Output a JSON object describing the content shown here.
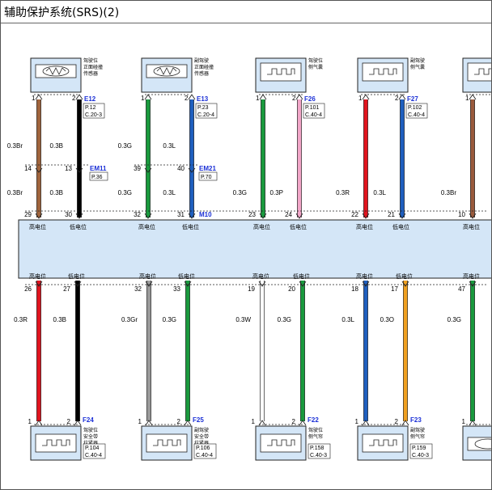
{
  "page": {
    "title": "辅助保护系统(SRS)(2)"
  },
  "module": {
    "label_high": "高电位",
    "label_low": "低电位"
  },
  "top_components": [
    {
      "name_lines": [
        "驾驶位",
        "正面碰撞",
        "传感器"
      ],
      "code": "E12",
      "ref1": "P.12",
      "ref2": "C.20-3",
      "type": "sensor"
    },
    {
      "name_lines": [
        "副驾驶",
        "正面碰撞",
        "传感器"
      ],
      "code": "E13",
      "ref1": "P.23",
      "ref2": "C.20-4",
      "type": "sensor"
    },
    {
      "name_lines": [
        "驾驶位",
        "侧气囊"
      ],
      "code": "F26",
      "ref1": "P.101",
      "ref2": "C.40-4",
      "type": "airbag"
    },
    {
      "name_lines": [
        "副驾驶",
        "侧气囊"
      ],
      "code": "F27",
      "ref1": "P.102",
      "ref2": "C.40-4",
      "type": "airbag"
    },
    {
      "name_lines": [],
      "code": "",
      "ref1": "",
      "ref2": "",
      "type": "airbag"
    }
  ],
  "top_wires": [
    {
      "pin_top": "1",
      "color": "#a0643c",
      "label_upper": "0.3Br",
      "inline_pin": "14",
      "label_lower": "0.3Br",
      "module_pin": "29",
      "module_label": "高电位"
    },
    {
      "pin_top": "2",
      "color": "#000000",
      "label_upper": "0.3B",
      "inline_pin": "13",
      "label_lower": "0.3B",
      "module_pin": "30",
      "module_label": "低电位"
    },
    {
      "pin_top": "1",
      "color": "#1a9a3e",
      "label_upper": "0.3G",
      "inline_pin": "39",
      "label_lower": "0.3G",
      "module_pin": "32",
      "module_label": "高电位"
    },
    {
      "pin_top": "2",
      "color": "#1f5fbf",
      "label_upper": "0.3L",
      "inline_pin": "40",
      "label_lower": "0.3L",
      "module_pin": "31",
      "module_label": "低电位"
    },
    {
      "pin_top": "1",
      "color": "#1a9a3e",
      "label_upper": "",
      "inline_pin": "",
      "label_lower": "0.3G",
      "module_pin": "23",
      "module_label": "高电位"
    },
    {
      "pin_top": "2",
      "color": "#f2a6c8",
      "label_upper": "",
      "inline_pin": "",
      "label_lower": "0.3P",
      "module_pin": "24",
      "module_label": "低电位"
    },
    {
      "pin_top": "1",
      "color": "#e0141e",
      "label_upper": "",
      "inline_pin": "",
      "label_lower": "0.3R",
      "module_pin": "22",
      "module_label": "高电位"
    },
    {
      "pin_top": "2",
      "color": "#1f5fbf",
      "label_upper": "",
      "inline_pin": "",
      "label_lower": "0.3L",
      "module_pin": "21",
      "module_label": "低电位"
    },
    {
      "pin_top": "1",
      "color": "#9a5a3c",
      "label_upper": "",
      "inline_pin": "",
      "label_lower": "0.3Br",
      "module_pin": "10",
      "module_label": "高电位"
    }
  ],
  "inline_connectors": [
    {
      "code": "EM11",
      "ref": "P.36"
    },
    {
      "code": "EM21",
      "ref": "P.70"
    }
  ],
  "module_connector_code": "M10",
  "bottom_wires": [
    {
      "module_pin": "26",
      "module_label": "高电位",
      "color": "#e0141e",
      "label": "0.3R",
      "pin_bottom": "1"
    },
    {
      "module_pin": "27",
      "module_label": "低电位",
      "color": "#000000",
      "label": "0.3B",
      "pin_bottom": "2"
    },
    {
      "module_pin": "32",
      "module_label": "高电位",
      "color": "#9a9a9a",
      "label": "0.3Gr",
      "pin_bottom": "1"
    },
    {
      "module_pin": "33",
      "module_label": "低电位",
      "color": "#1a9a3e",
      "label": "0.3G",
      "pin_bottom": "2"
    },
    {
      "module_pin": "19",
      "module_label": "高电位",
      "color": "#ffffff",
      "label": "0.3W",
      "pin_bottom": "1"
    },
    {
      "module_pin": "20",
      "module_label": "低电位",
      "color": "#1a9a3e",
      "label": "0.3G",
      "pin_bottom": "2"
    },
    {
      "module_pin": "18",
      "module_label": "高电位",
      "color": "#1f5fbf",
      "label": "0.3L",
      "pin_bottom": "1"
    },
    {
      "module_pin": "17",
      "module_label": "低电位",
      "color": "#f0a020",
      "label": "0.3O",
      "pin_bottom": "2"
    },
    {
      "module_pin": "47",
      "module_label": "高电位",
      "color": "#1a9a3e",
      "label": "0.3G",
      "pin_bottom": "1"
    }
  ],
  "bottom_components": [
    {
      "name_lines": [
        "驾驶位",
        "安全带",
        "拉紧器"
      ],
      "code": "F24",
      "ref1": "P.104",
      "ref2": "C.40-4",
      "type": "airbag"
    },
    {
      "name_lines": [
        "副驾驶",
        "安全带",
        "拉紧器"
      ],
      "code": "F25",
      "ref1": "P.106",
      "ref2": "C.40-4",
      "type": "airbag"
    },
    {
      "name_lines": [
        "驾驶位",
        "侧气帘"
      ],
      "code": "F22",
      "ref1": "P.158",
      "ref2": "C.40-3",
      "type": "airbag"
    },
    {
      "name_lines": [
        "副驾驶",
        "侧气帘"
      ],
      "code": "F23",
      "ref1": "P.159",
      "ref2": "C.40-3",
      "type": "airbag"
    },
    {
      "name_lines": [],
      "code": "",
      "ref1": "",
      "ref2": "",
      "type": "sensor"
    }
  ]
}
